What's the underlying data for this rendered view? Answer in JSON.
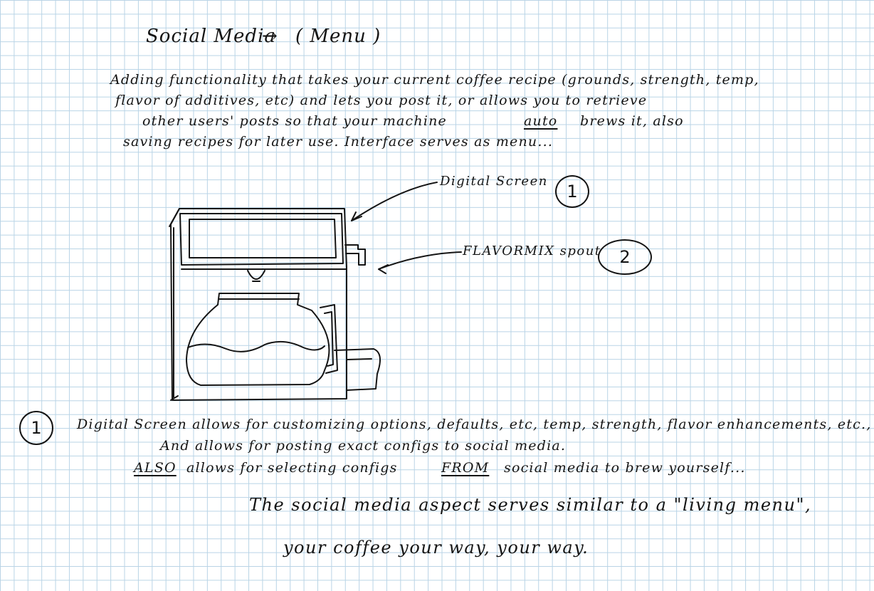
{
  "heading": {
    "left": "Social Media",
    "arrow": "→",
    "right": "( Menu )"
  },
  "intro": {
    "line1": "Adding functionality that takes your current coffee recipe (grounds, strength, temp,",
    "line2": "flavor of additives, etc) and lets you post it, or allows you to retrieve",
    "line3a": "other users' posts so that your machine",
    "line3b": "auto",
    "line3c": "brews it, also",
    "line4": "saving recipes for later use. Interface serves as menu..."
  },
  "callouts": {
    "screen_label": "Digital Screen",
    "screen_number": "1",
    "spout_label": "FLAVORMIX spout",
    "spout_number": "2"
  },
  "notes": {
    "number": "1",
    "line1": "Digital Screen allows for customizing options, defaults, etc, temp, strength, flavor enhancements, etc.,",
    "line2": "And allows for posting exact configs to social media.",
    "line3a": "ALSO",
    "line3b": "allows for selecting configs",
    "line3c": "FROM",
    "line3d": "social media to brew yourself...",
    "line4": "The social media aspect serves similar to a \"living menu\",",
    "line5": "your coffee your way, your way."
  },
  "colors": {
    "grid": "#b9d4e6",
    "ink": "#141414",
    "paper": "#ffffff"
  }
}
